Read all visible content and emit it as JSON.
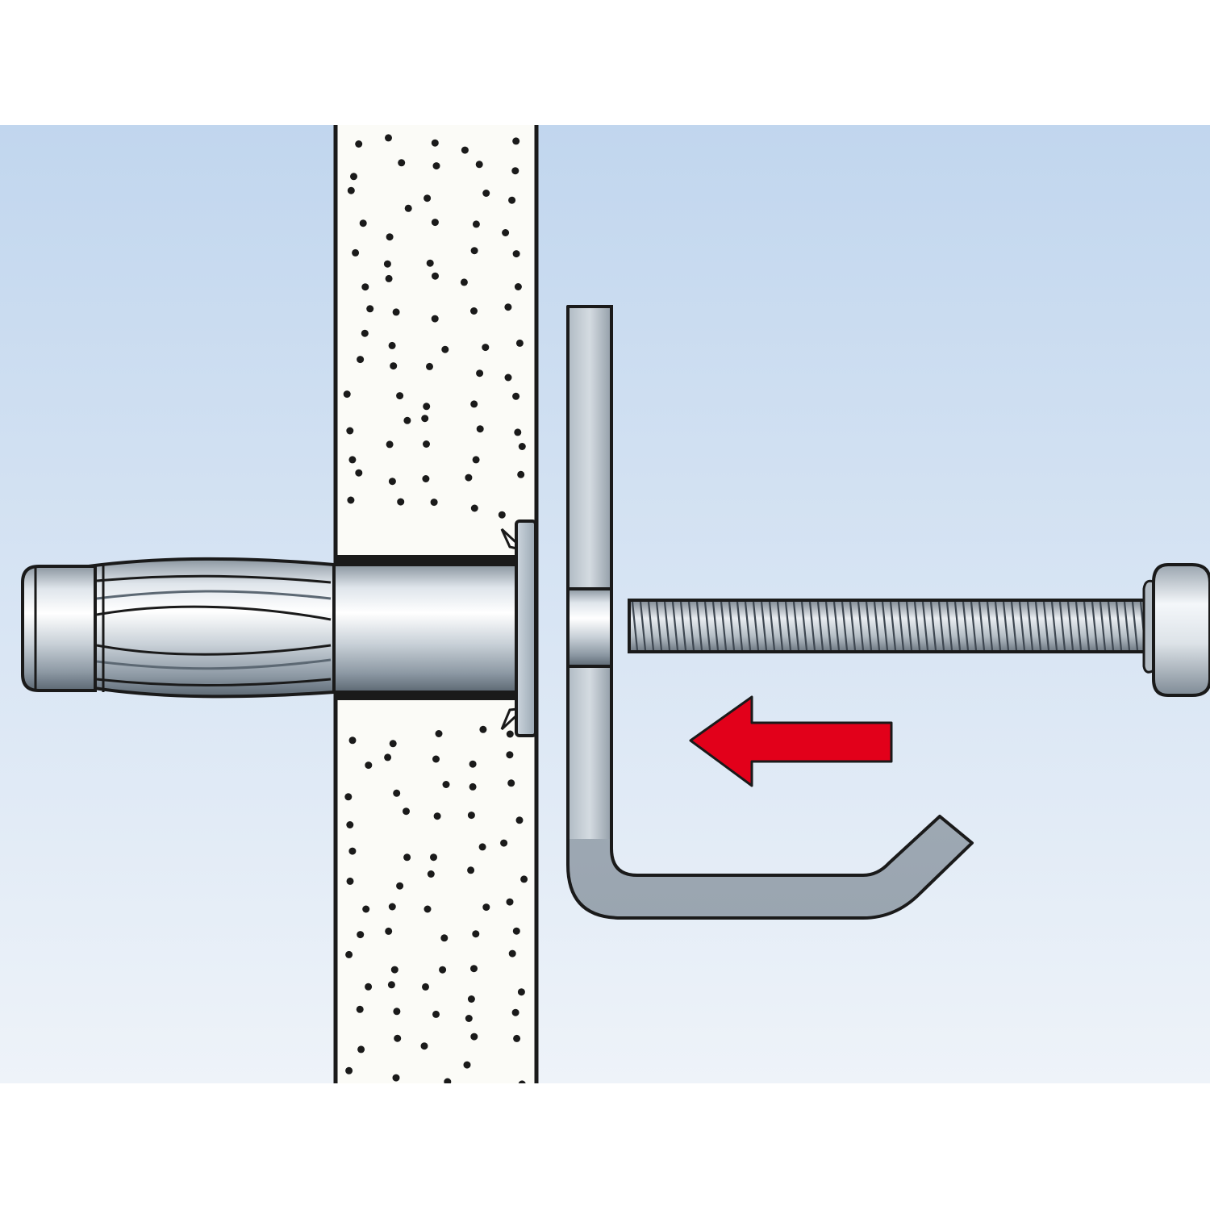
{
  "diagram": {
    "kind": "installation-step",
    "step_action": "insert-screw-through-hook-into-anchor",
    "text": [],
    "colors": {
      "background_top": "#c1d6ee",
      "background_bottom": "#eef3f9",
      "wall_fill": "#fbfbf7",
      "wall_dots": "#1a1a1a",
      "outline": "#1a1a1a",
      "metal_light": "#f2f6fa",
      "metal_mid": "#b9c3cc",
      "metal_dark": "#6e7a85",
      "hook_fill": "#a9b4bf",
      "arrow": "#e2001a"
    },
    "parts": [
      {
        "id": "wall",
        "label_icon": "drywall-panel-icon"
      },
      {
        "id": "anchor",
        "label_icon": "hollow-wall-anchor-icon"
      },
      {
        "id": "hook",
        "label_icon": "l-hook-bracket-icon"
      },
      {
        "id": "screw",
        "label_icon": "machine-screw-icon"
      },
      {
        "id": "arrow",
        "label_icon": "arrow-left-icon",
        "direction": "left"
      }
    ]
  }
}
